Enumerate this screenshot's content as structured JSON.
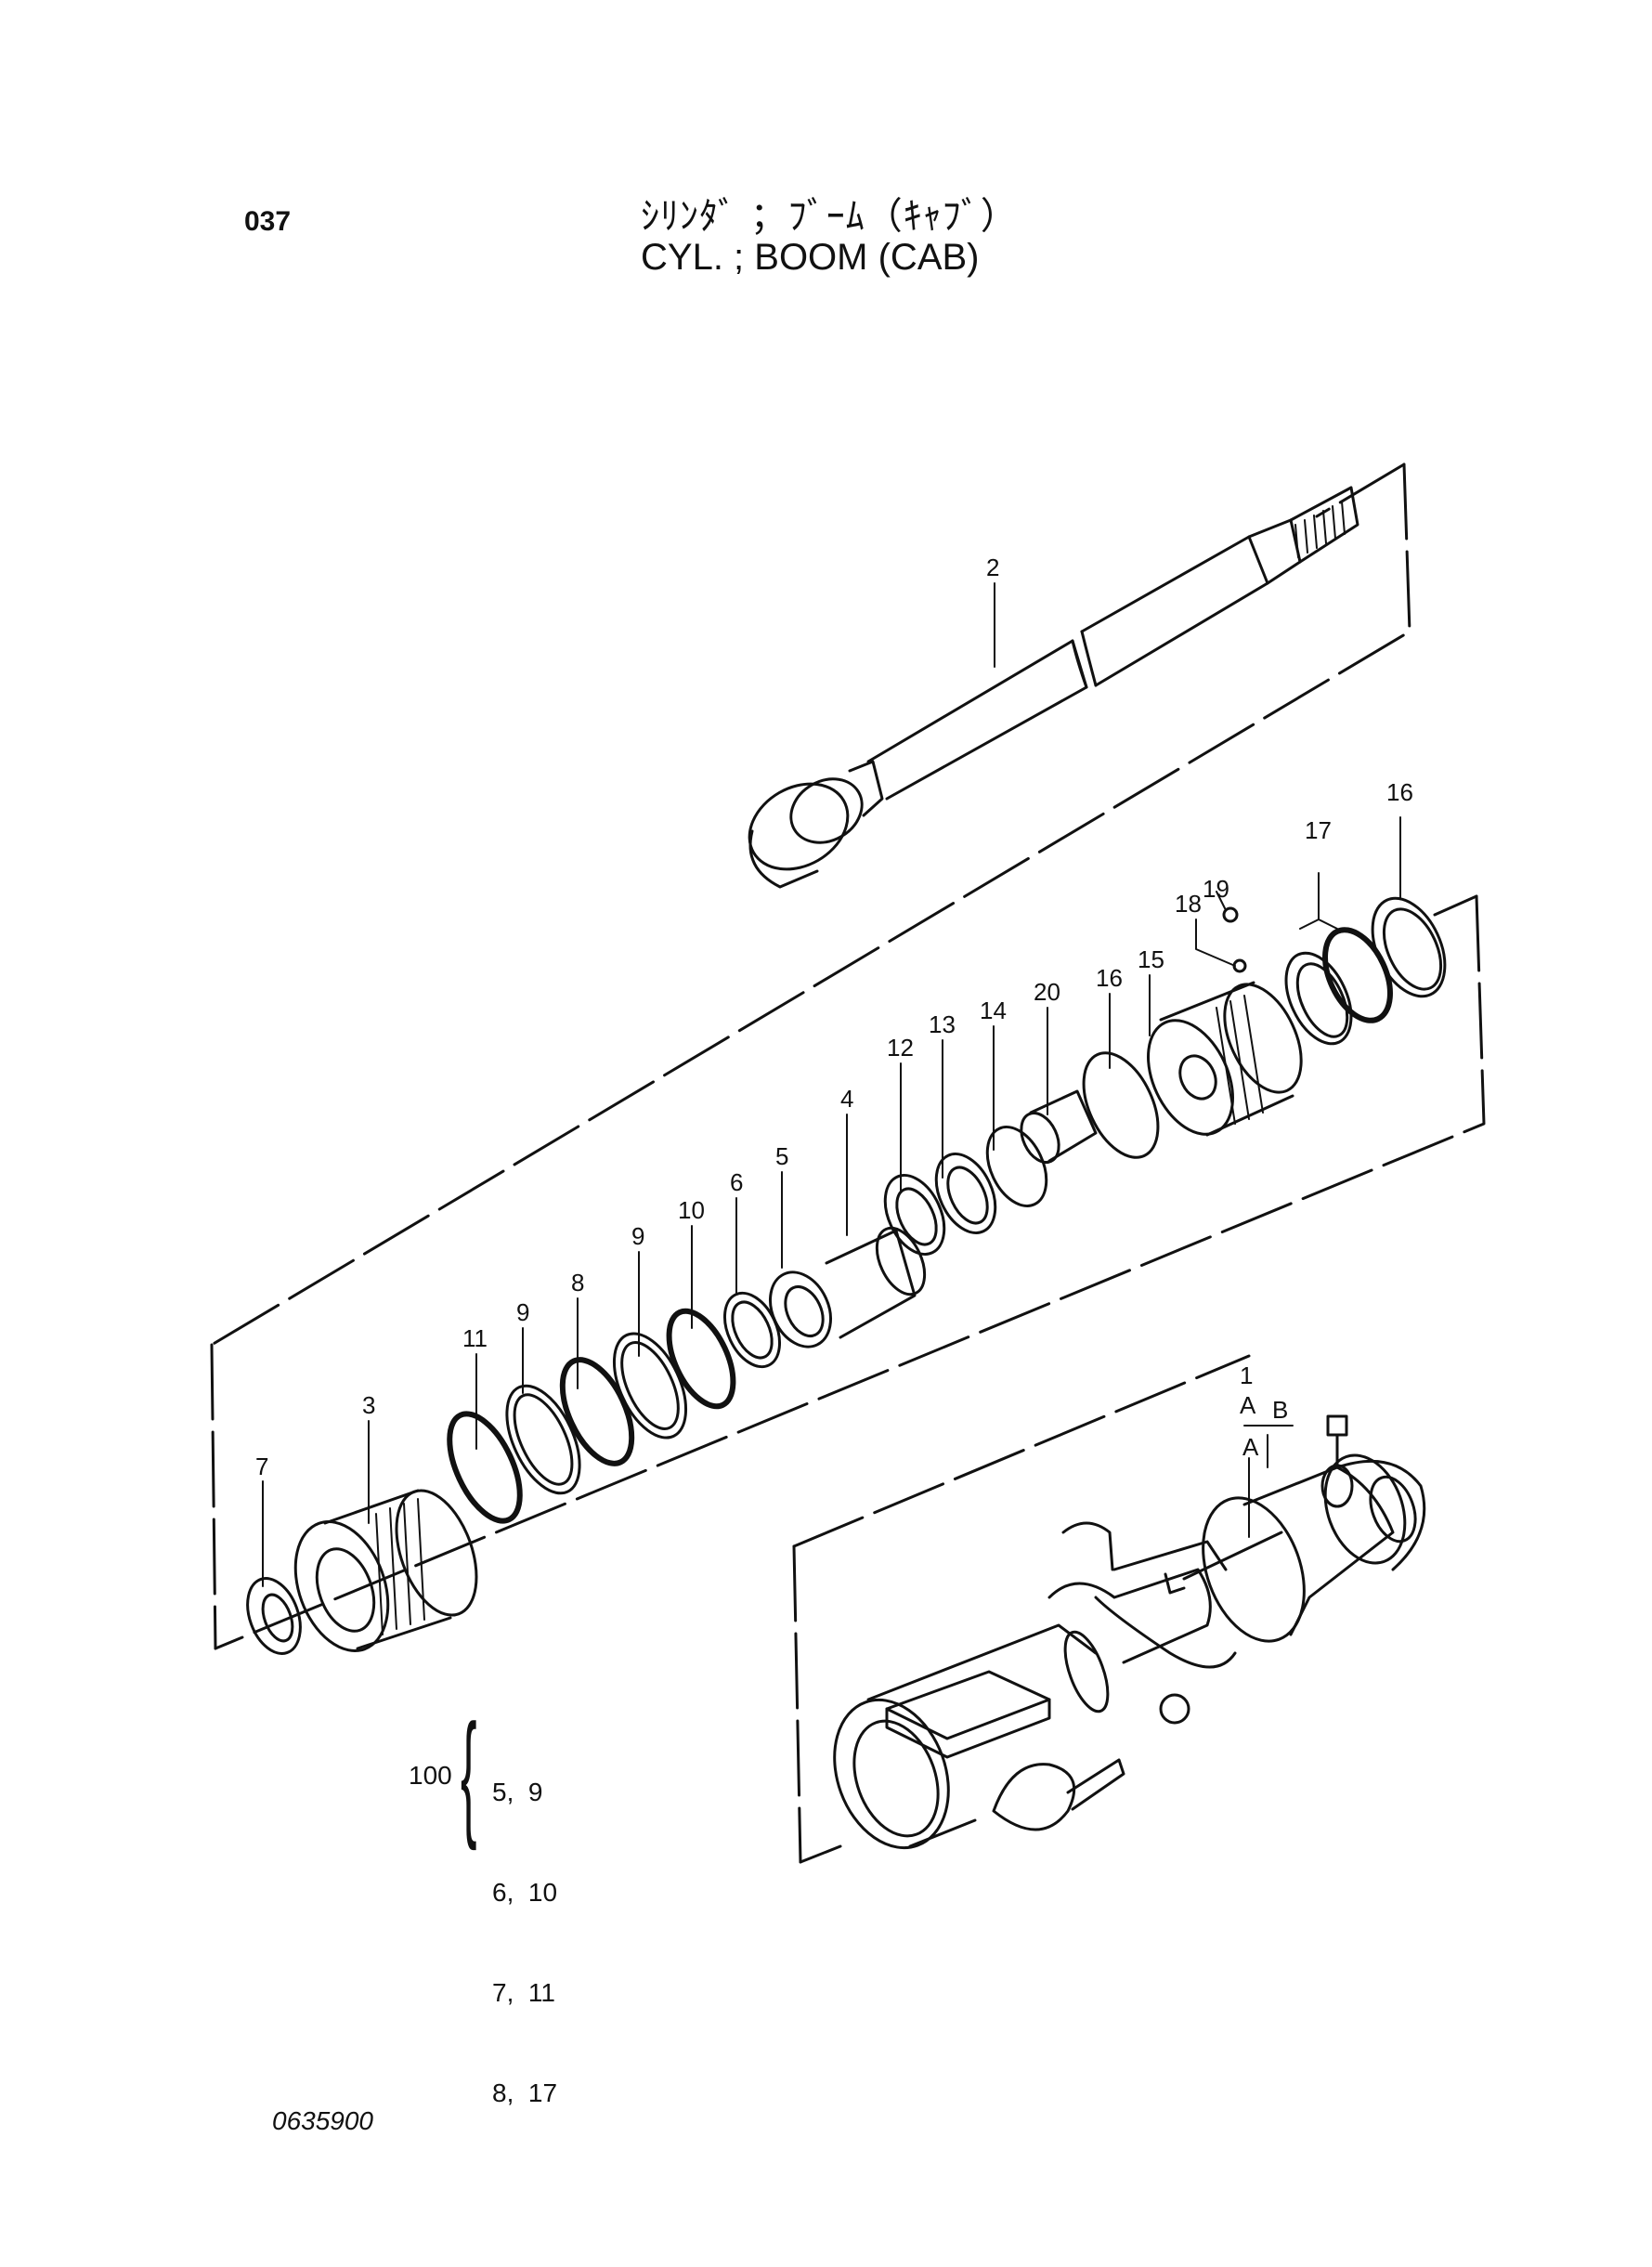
{
  "header": {
    "page_number": "037",
    "title_jp": "ｼﾘﾝﾀﾞ ；ﾌﾞｰﾑ（ｷｬﾌﾞ）",
    "title_en": "CYL. ; BOOM (CAB)"
  },
  "callouts": {
    "c2": "2",
    "c3": "3",
    "c4": "4",
    "c5": "5",
    "c6": "6",
    "c7": "7",
    "c8": "8",
    "c9a": "9",
    "c9b": "9",
    "c10": "10",
    "c11": "11",
    "c12": "12",
    "c13": "13",
    "c14": "14",
    "c15": "15",
    "c16a": "16",
    "c16b": "16",
    "c17": "17",
    "c18": "18",
    "c19": "19",
    "c20": "20",
    "c1": "1",
    "cA1": "A",
    "cA2": "A",
    "cB": "B"
  },
  "kit": {
    "number": "100",
    "items": [
      "5,  9",
      "6,  10",
      "7,  11",
      "8,  17"
    ]
  },
  "footer": {
    "document_code": "0635900"
  }
}
